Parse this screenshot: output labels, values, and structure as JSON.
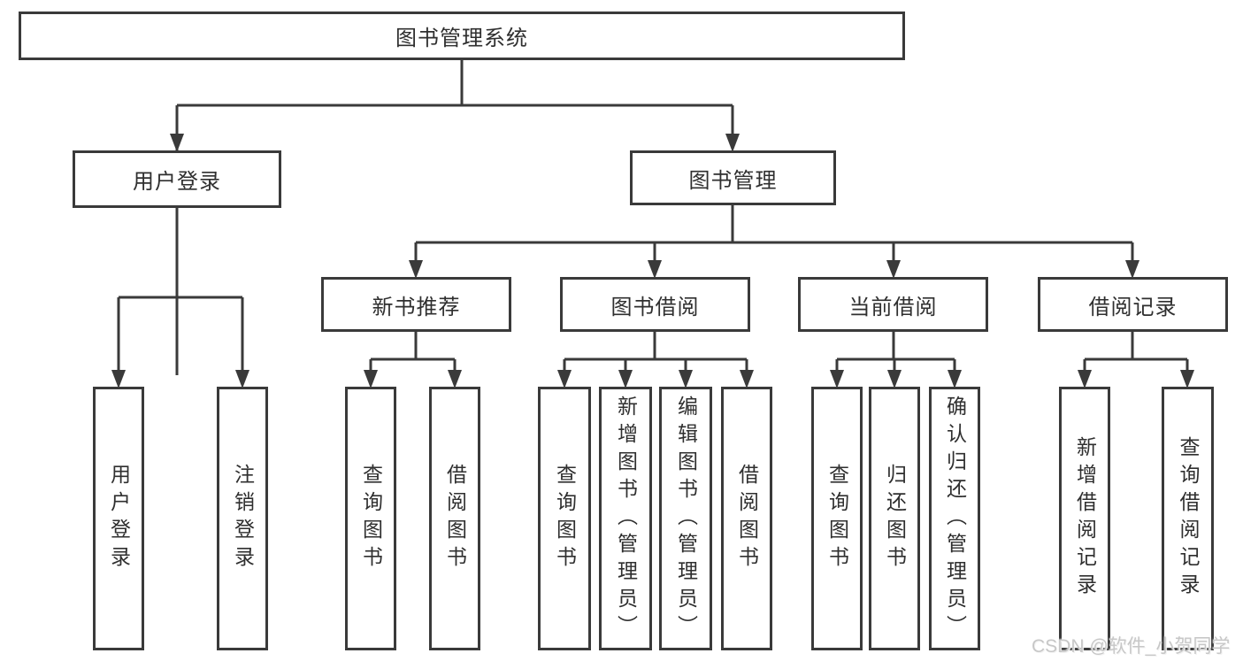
{
  "diagram": {
    "tree": {
      "label": "图书管理系统",
      "children": [
        {
          "label": "用户登录",
          "children": [
            {
              "label": "用户登录"
            },
            {
              "label": "注销登录"
            }
          ]
        },
        {
          "label": "图书管理",
          "children": [
            {
              "label": "新书推荐",
              "children": [
                {
                  "label": "查询图书"
                },
                {
                  "label": "借阅图书"
                }
              ]
            },
            {
              "label": "图书借阅",
              "children": [
                {
                  "label": "查询图书"
                },
                {
                  "label": "新增图书（管理员）"
                },
                {
                  "label": "编辑图书（管理员）"
                },
                {
                  "label": "借阅图书"
                }
              ]
            },
            {
              "label": "当前借阅",
              "children": [
                {
                  "label": "查询图书"
                },
                {
                  "label": "归还图书"
                },
                {
                  "label": "确认归还（管理员）"
                }
              ]
            },
            {
              "label": "借阅记录",
              "children": [
                {
                  "label": "新增借阅记录"
                },
                {
                  "label": "查询借阅记录"
                }
              ]
            }
          ]
        }
      ]
    },
    "colors": {
      "border": "#3a3a3a",
      "line": "#3a3a3a",
      "text": "#2f2f2f",
      "background": "#ffffff"
    }
  },
  "watermark": {
    "text": "CSDN @软件_小贺同学",
    "color": "#c7c7c7"
  }
}
